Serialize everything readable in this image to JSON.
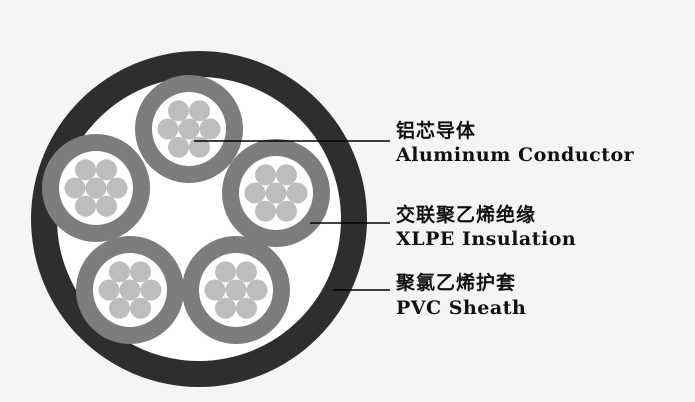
{
  "diagram": {
    "type": "cable-cross-section",
    "core_count": 5,
    "strands_per_core": 7,
    "colors": {
      "background": "#f5f5f5",
      "sheath": "#2e2e2e",
      "filler": "#ffffff",
      "insulation": "#7d7d7d",
      "conductor_bg": "#ffffff",
      "strand": "#bdbdbd",
      "leader_line": "#000000",
      "label_text": "#111111"
    }
  },
  "labels": [
    {
      "zh": "铝芯导体",
      "en": "Aluminum Conductor"
    },
    {
      "zh": "交联聚乙烯绝缘",
      "en": "XLPE Insulation"
    },
    {
      "zh": "聚氯乙烯护套",
      "en": "PVC Sheath"
    }
  ]
}
